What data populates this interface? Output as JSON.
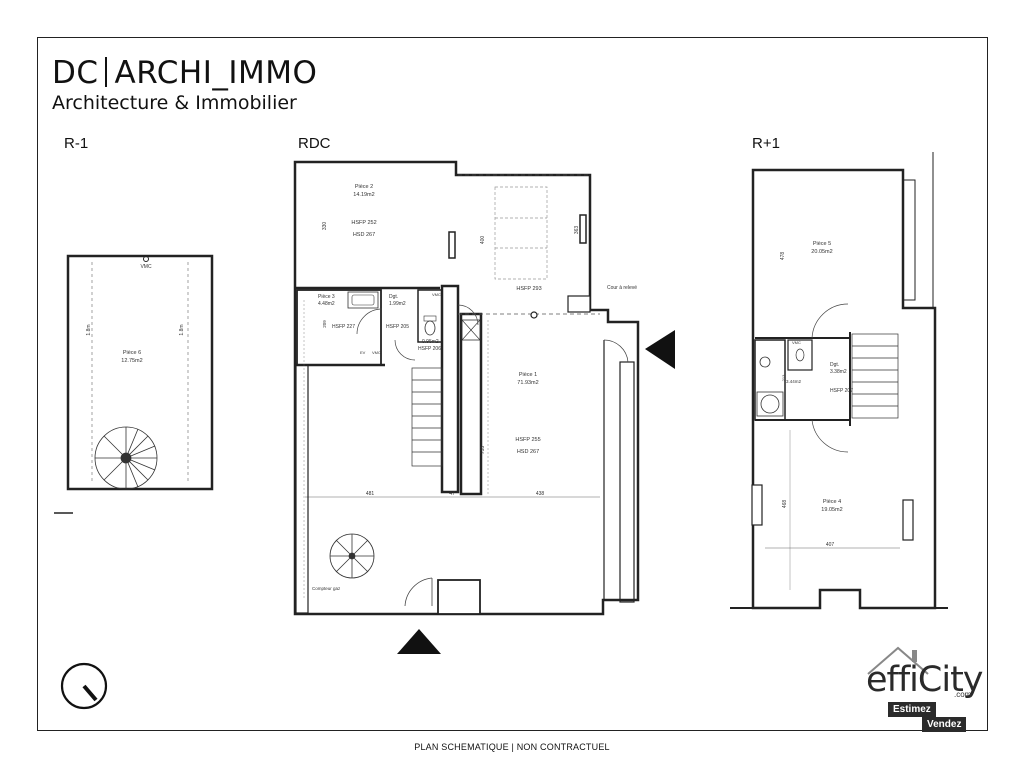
{
  "brand": {
    "name_left": "DC",
    "name_right": "ARCHI_IMMO",
    "subtitle": "Architecture & Immobilier"
  },
  "levels": {
    "basement": "R-1",
    "ground": "RDC",
    "first": "R+1"
  },
  "rooms": {
    "piece6": {
      "name": "Pièce 6",
      "area": "12.75m2",
      "dim_a": "1.8m",
      "dim_b": "1.8m",
      "vmc": "VMC"
    },
    "piece2": {
      "name": "Pièce 2",
      "area": "14.19m2",
      "hsfp": "HSFP 252",
      "hsd": "HSD 267",
      "dim": "330"
    },
    "piece3": {
      "name": "Pièce 3",
      "area": "4.48m2",
      "hsfp": "HSFP 227",
      "dim": "209"
    },
    "dgt_rdc": {
      "name": "Dgt.",
      "area": "1.99m2",
      "hsfp": "HSFP 205"
    },
    "wc_rdc": {
      "area": "0.95m2",
      "hsfp": "HSFP 206"
    },
    "piece1": {
      "name": "Pièce 1",
      "area": "71.93m2",
      "hsfp": "HSFP 255",
      "hsd": "HSD 267",
      "dim": "755"
    },
    "mezz": {
      "hsfp": "HSFP 293",
      "dim_a": "400",
      "dim_b": "363"
    },
    "cour": "Cour à relevé",
    "piece5": {
      "name": "Pièce 5",
      "area": "20.05m2",
      "dim": "478"
    },
    "dgt_r1": {
      "name": "Dgt.",
      "area": "3.38m2",
      "hsfp": "HSFP 207",
      "vmc": "VMC",
      "sdb_area": "3.44m2",
      "sdb_dim": "213"
    },
    "piece4": {
      "name": "Pièce 4",
      "area": "19.05m2",
      "dim": "468",
      "width": "407"
    },
    "rdc_dims": {
      "left": "481",
      "mid": "47",
      "right": "438"
    },
    "compteur": "Compteur gaz",
    "ev": "EV",
    "vmc_small": "VMC"
  },
  "footer": "PLAN SCHEMATIQUE | NON CONTRACTUEL",
  "logo": {
    "word": "effiCity",
    "com": ".com",
    "estimez": "Estimez",
    "vendez": "Vendez"
  },
  "icons": {
    "compass": "north-compass-icon",
    "entrance": "entrance-arrow-icon"
  }
}
